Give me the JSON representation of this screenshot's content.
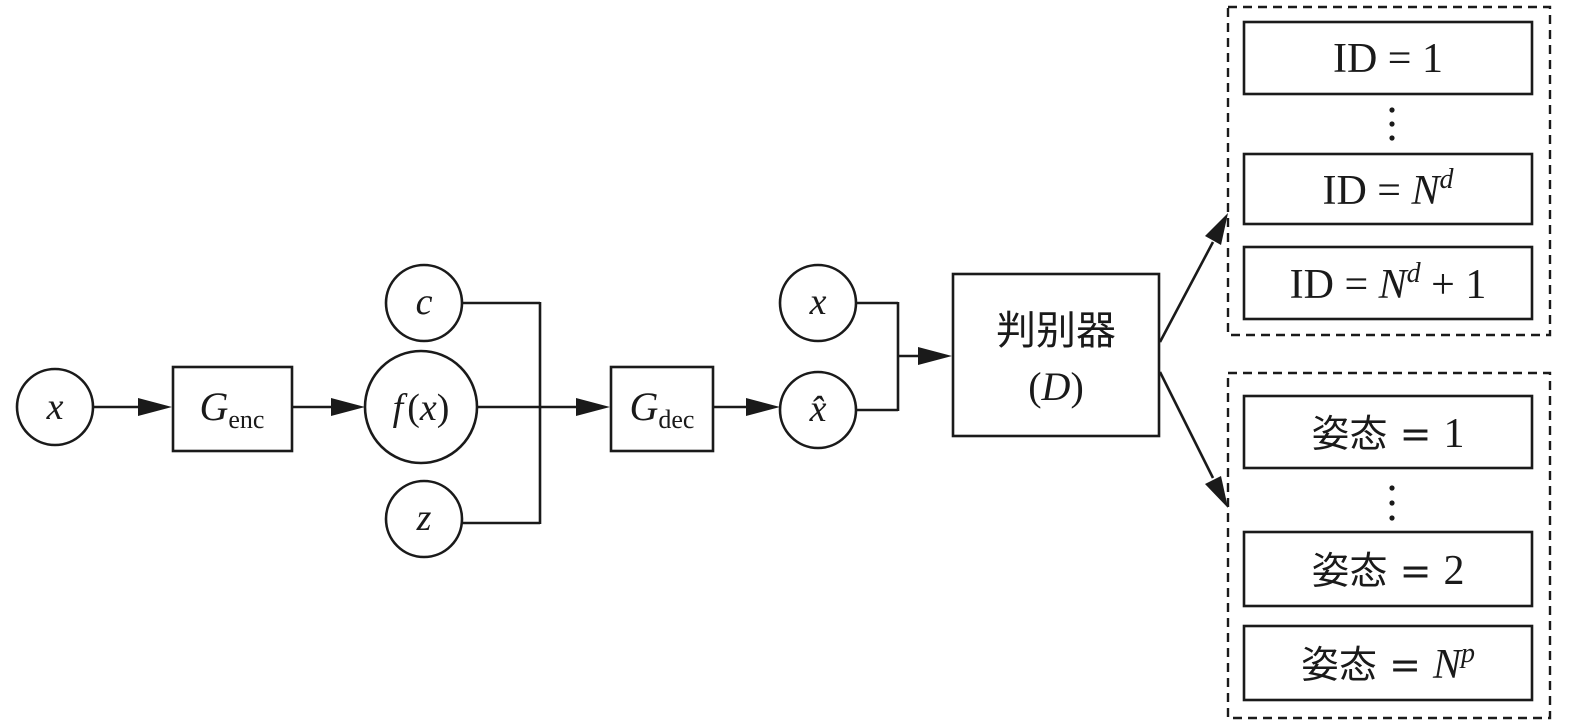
{
  "nodes": {
    "input_x": "x",
    "encoder": {
      "main": "G",
      "sub": "enc"
    },
    "feature": {
      "f": "f",
      "open": "(",
      "x": "x",
      "close": ")"
    },
    "code_c": "c",
    "noise_z": "z",
    "decoder": {
      "main": "G",
      "sub": "dec"
    },
    "real_x": "x",
    "generated_x": "x̂",
    "discriminator": {
      "line1": "判别器",
      "open": "(",
      "d": "D",
      "close": ")"
    }
  },
  "id_group": {
    "items": [
      {
        "prefix": "ID = ",
        "value": "1",
        "sup": "",
        "suffix": ""
      },
      {
        "prefix": "ID = ",
        "value": "N",
        "sup": "d",
        "suffix": ""
      },
      {
        "prefix": "ID = ",
        "value": "N",
        "sup": "d",
        "suffix": " + 1"
      }
    ]
  },
  "pose_group": {
    "items": [
      {
        "prefix": "姿态 = ",
        "value": "1",
        "sup": ""
      },
      {
        "prefix": "姿态 = ",
        "value": "2",
        "sup": ""
      },
      {
        "prefix": "姿态 = ",
        "value": "N",
        "sup": "p"
      }
    ]
  }
}
